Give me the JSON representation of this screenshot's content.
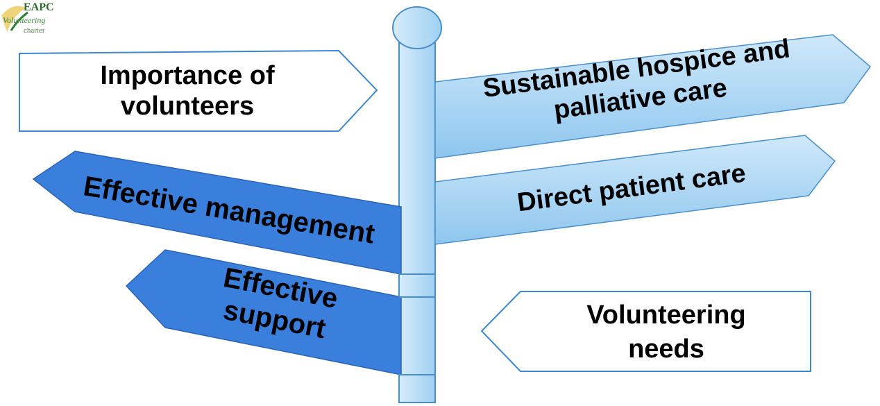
{
  "logo": {
    "line1": "EAPC",
    "line2": "Volunteering",
    "line3": "charter",
    "color": "#2e7d32"
  },
  "signs": {
    "importance": {
      "line1": "Importance of",
      "line2": "volunteers"
    },
    "sustainable": {
      "line1": "Sustainable hospice and",
      "line2": "palliative care"
    },
    "effective_management": {
      "text": "Effective management"
    },
    "direct_patient_care": {
      "text": "Direct patient care"
    },
    "effective_support": {
      "line1": "Effective",
      "line2": "support"
    },
    "volunteering_needs": {
      "line1": "Volunteering",
      "line2": "needs"
    }
  },
  "colors": {
    "pole_fill": "#b8dcf3",
    "pole_stroke": "#4a8ec9",
    "light_sign": "#a9d4f2",
    "dark_sign": "#3b7fdc",
    "outline_blue": "#3d86d1",
    "text": "#000000"
  }
}
